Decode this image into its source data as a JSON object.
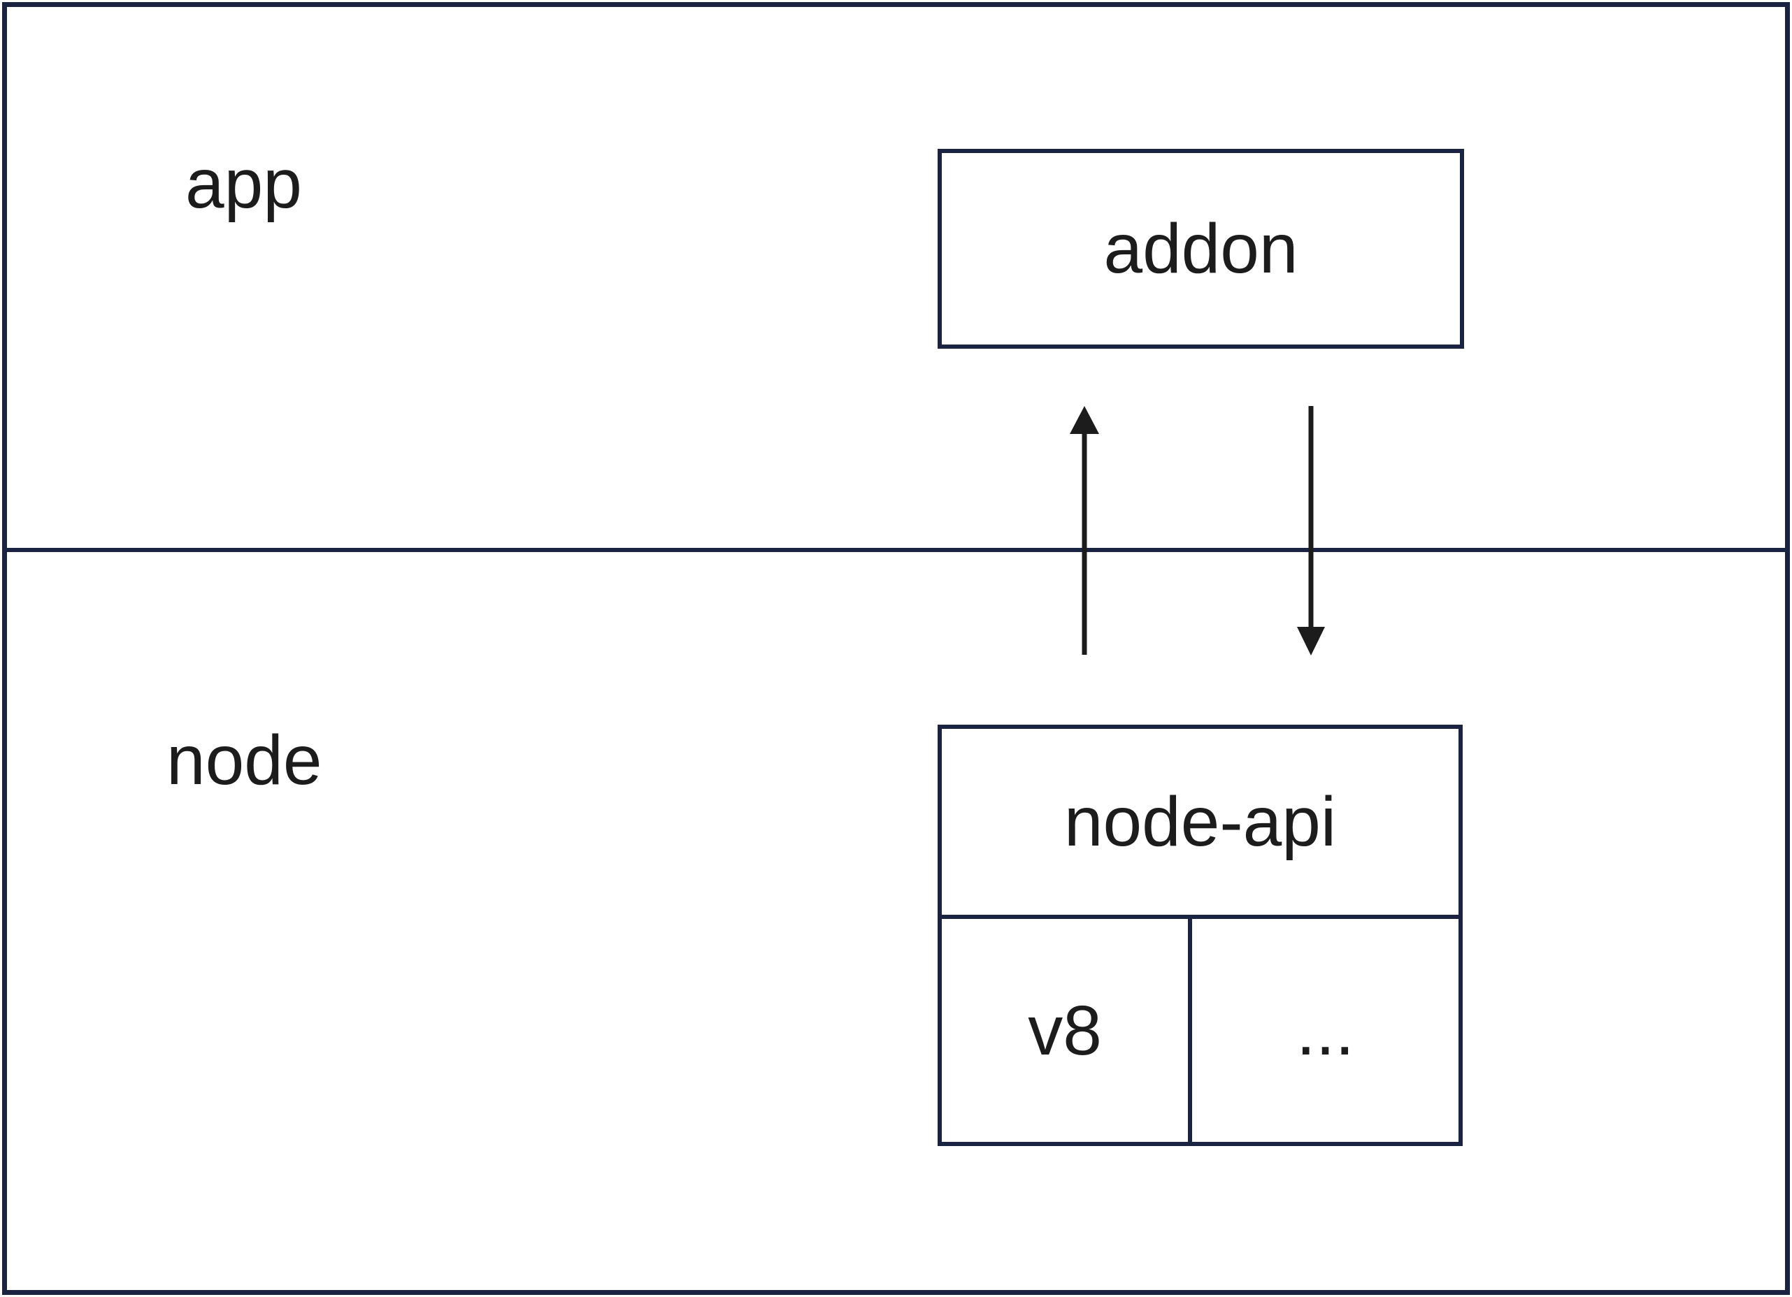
{
  "diagram": {
    "regions": [
      {
        "label": "app"
      },
      {
        "label": "node"
      }
    ],
    "boxes": {
      "addon": {
        "label": "addon"
      },
      "node_api": {
        "label": "node-api",
        "children": [
          {
            "label": "v8"
          },
          {
            "label": "..."
          }
        ]
      }
    },
    "arrows": [
      {
        "name": "addon-to-node-api",
        "direction": "down"
      },
      {
        "name": "node-api-to-addon",
        "direction": "up"
      }
    ],
    "colors": {
      "frame": "#1b2342",
      "text": "#1c1c1c",
      "background": "#ffffff"
    }
  }
}
